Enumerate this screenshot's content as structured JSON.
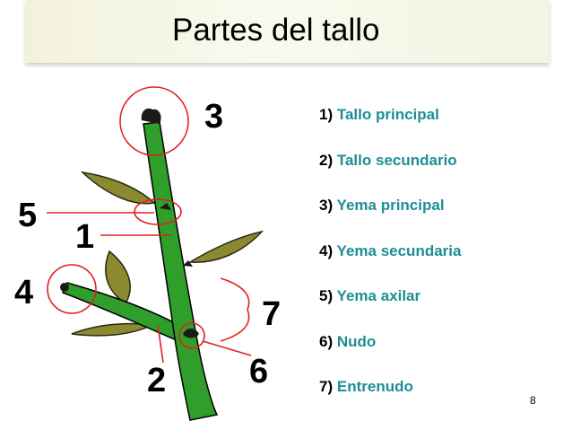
{
  "slide": {
    "title": "Partes del tallo",
    "page_number": "8"
  },
  "legend": [
    {
      "num": "1)",
      "text": "Tallo principal"
    },
    {
      "num": "2)",
      "text": "Tallo secundario"
    },
    {
      "num": "3)",
      "text": "Yema principal"
    },
    {
      "num": "4)",
      "text": "Yema secundaria"
    },
    {
      "num": "5)",
      "text": "Yema axilar"
    },
    {
      "num": "6)",
      "text": "Nudo"
    },
    {
      "num": "7)",
      "text": "Entrenudo"
    }
  ],
  "diagram": {
    "labels": [
      "3",
      "5",
      "1",
      "4",
      "7",
      "2",
      "6"
    ]
  },
  "colors": {
    "stem": "#2f9e2a",
    "leaf": "#8b8a30",
    "callout": "#e02020",
    "legend_text": "#1c8f95"
  }
}
